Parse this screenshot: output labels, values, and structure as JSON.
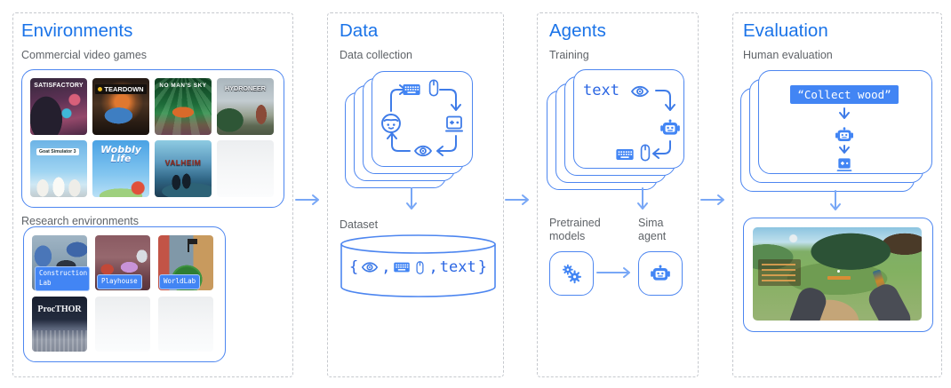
{
  "colors": {
    "accent": "#4285f4",
    "title_blue": "#1a73e8",
    "muted_gray": "#5f6368",
    "flow_arrow": "#78a7f6"
  },
  "environments": {
    "title": "Environments",
    "commercial": {
      "label": "Commercial video games",
      "games": [
        {
          "id": "satisfactory",
          "name": "Satisfactory",
          "art_text": "SATISFACTORY"
        },
        {
          "id": "teardown",
          "name": "Teardown",
          "art_text": "TEARDOWN"
        },
        {
          "id": "nms",
          "name": "No Man's Sky",
          "art_text": "NO MAN'S SKY"
        },
        {
          "id": "hydroneer",
          "name": "Hydroneer",
          "art_text": "HYDRONEER"
        },
        {
          "id": "goat",
          "name": "Goat Simulator 3",
          "art_text": "Goat Simulator 3"
        },
        {
          "id": "wobbly",
          "name": "Wobbly Life",
          "art_text": "Wobbly Life"
        },
        {
          "id": "valheim",
          "name": "Valheim",
          "art_text": "VALHEIM"
        },
        {
          "id": "placeholder-1",
          "name": "",
          "art_text": ""
        }
      ]
    },
    "research": {
      "label": "Research environments",
      "games": [
        {
          "id": "construction",
          "name": "Construction Lab",
          "overlay": "Construction Lab"
        },
        {
          "id": "playhouse",
          "name": "Playhouse",
          "overlay": "Playhouse"
        },
        {
          "id": "worldlab",
          "name": "WorldLab",
          "overlay": "WorldLab"
        },
        {
          "id": "procthor",
          "name": "ProcTHOR",
          "art_text": "ProcTHOR"
        },
        {
          "id": "placeholder-2",
          "name": "",
          "art_text": ""
        },
        {
          "id": "placeholder-3",
          "name": "",
          "art_text": ""
        }
      ]
    }
  },
  "data": {
    "title": "Data",
    "subtitle": "Data collection",
    "dataset_label": "Dataset",
    "tuple": {
      "open": "{",
      "comma": ",",
      "text_token": "text",
      "close": "}"
    }
  },
  "agents": {
    "title": "Agents",
    "subtitle": "Training",
    "cycle_text": "text",
    "pretrained_label": "Pretrained models",
    "sima_label": "Sima agent"
  },
  "evaluation": {
    "title": "Evaluation",
    "subtitle": "Human evaluation",
    "instruction": "“Collect wood”"
  }
}
